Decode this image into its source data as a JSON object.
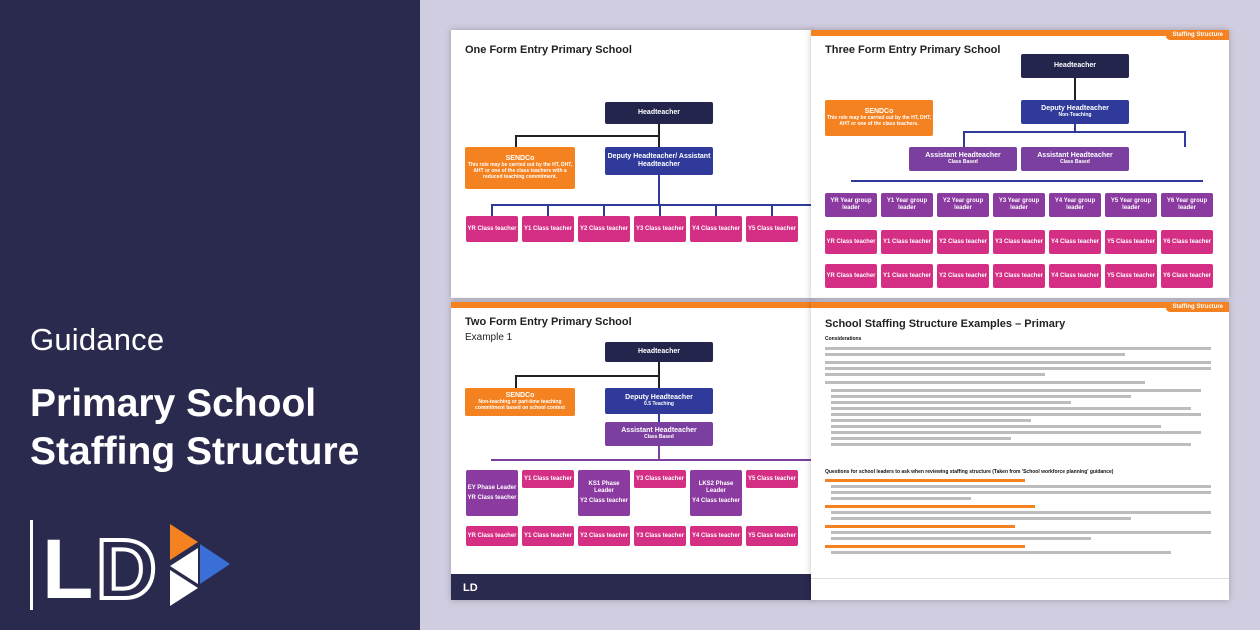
{
  "left": {
    "guidance": "Guidance",
    "title_line1": "Primary School",
    "title_line2": "Staffing Structure",
    "logo_text": "LD"
  },
  "slide1": {
    "title": "One Form Entry Primary School",
    "headteacher": "Headteacher",
    "sendco": "SENDCo",
    "sendco_note": "This role may be carried out by the HT, DHT, AHT or one of the class teachers with a reduced teaching commitment.",
    "deputy": "Deputy Headteacher/ Assistant Headteacher",
    "classes": [
      "YR Class teacher",
      "Y1 Class teacher",
      "Y2 Class teacher",
      "Y3 Class teacher",
      "Y4 Class teacher",
      "Y5 Class teacher"
    ]
  },
  "slide2": {
    "tag": "Staffing Structure",
    "title": "Three Form Entry Primary School",
    "headteacher": "Headteacher",
    "sendco": "SENDCo",
    "sendco_note": "This role may be carried out by the HT, DHT, AHT or one of the class teachers.",
    "deputy": "Deputy Headteacher",
    "deputy_sub": "Non-Teaching",
    "assistant": "Assistant Headteacher",
    "assistant_sub": "Class Based",
    "leaders": [
      "YR Year group leader",
      "Y1 Year group leader",
      "Y2 Year group leader",
      "Y3 Year group leader",
      "Y4 Year group leader",
      "Y5 Year group leader",
      "Y6 Year group leader"
    ],
    "teachers": [
      "YR Class teacher",
      "Y1 Class teacher",
      "Y2 Class teacher",
      "Y3 Class teacher",
      "Y4 Class teacher",
      "Y5 Class teacher",
      "Y6 Class teacher"
    ]
  },
  "slide3": {
    "title": "Two Form Entry Primary School",
    "subtitle": "Example 1",
    "headteacher": "Headteacher",
    "sendco": "SENDCo",
    "sendco_note": "Non-teaching or part-time teaching commitment based on school context",
    "deputy": "Deputy Headteacher",
    "deputy_sub": "0.5 Teaching",
    "assistant": "Assistant Headteacher",
    "assistant_sub": "Class Based",
    "top_row": [
      "EY Phase Leader",
      "Y1 Class teacher",
      "KS1 Phase Leader",
      "Y3 Class teacher",
      "LKS2 Phase Leader",
      "Y5 Class teacher"
    ],
    "mid_row": [
      "YR Class teacher",
      "",
      "Y2 Class teacher",
      "",
      "Y4 Class teacher",
      ""
    ],
    "bottom_row": [
      "YR Class teacher",
      "Y1 Class teacher",
      "Y2 Class teacher",
      "Y3 Class teacher",
      "Y4 Class teacher",
      "Y5 Class teacher"
    ]
  },
  "slide4": {
    "tag": "Staffing Structure",
    "title": "School Staffing Structure Examples – Primary",
    "considerations": "Considerations",
    "questions": "Questions for school leaders to ask when reviewing staffing structure (Taken from 'School workforce planning' guidance)"
  }
}
